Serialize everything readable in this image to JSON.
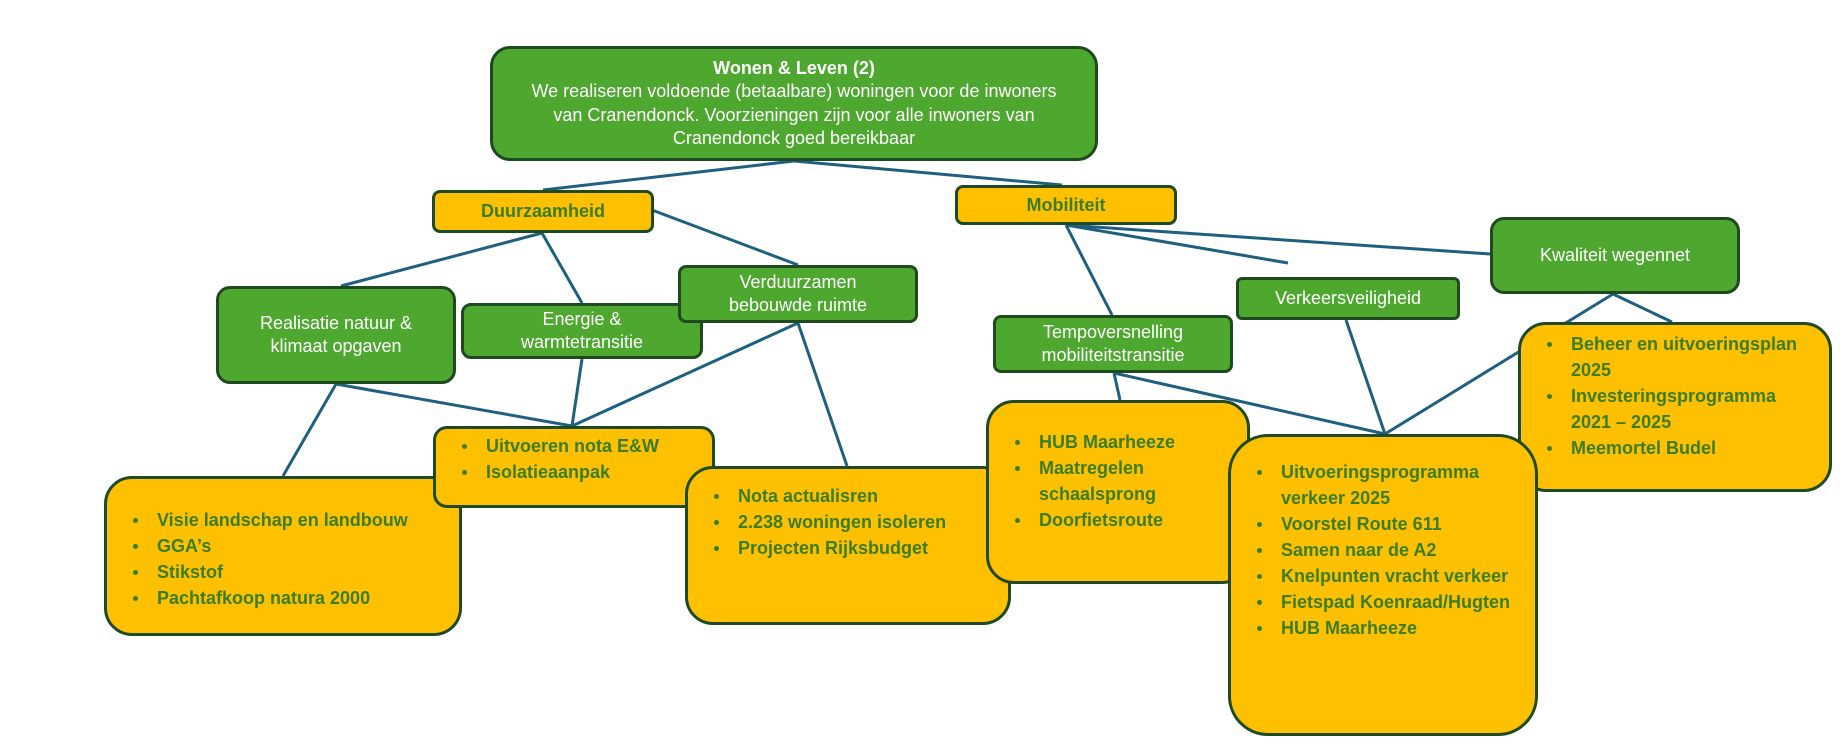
{
  "top": {
    "title": "Wonen & Leven (2)",
    "text": "We realiseren voldoende (betaalbare) woningen voor de inwoners van Cranendonck. Voorzieningen zijn voor alle inwoners van Cranendonck goed bereikbaar"
  },
  "themes": {
    "duurzaamheid": "Duurzaamheid",
    "mobiliteit": "Mobiliteit"
  },
  "subthemes": {
    "natuur": "Realisatie natuur & klimaat opgaven",
    "energie": "Energie & warmtetransitie",
    "verduurzamen": "Verduurzamen bebouwde ruimte",
    "tempo": "Tempoversnelling mobiliteitstransitie",
    "verkeersveiligheid": "Verkeersveiligheid",
    "wegennet": "Kwaliteit wegennet"
  },
  "actions": {
    "natuur": [
      "Visie landschap en landbouw",
      "GGA’s",
      "Stikstof",
      "Pachtafkoop natura 2000"
    ],
    "energie": [
      "Uitvoeren nota E&W",
      "Isolatieaanpak"
    ],
    "verduurzamen": [
      "Nota actualisren",
      "2.238 woningen isoleren",
      "Projecten Rijksbudget"
    ],
    "tempo": [
      "HUB Maarheeze",
      "Maatregelen schaalsprong",
      "Doorfietsroute"
    ],
    "verkeer": [
      "Uitvoeringsprogramma verkeer 2025",
      "Voorstel Route 611",
      "Samen naar de A2",
      "Knelpunten vracht verkeer",
      "Fietspad Koenraad/Hugten",
      "HUB Maarheeze"
    ],
    "wegennet": [
      "Beheer en uitvoeringsplan 2025",
      "Investeringsprogramma 2021 – 2025",
      "Meemortel Budel"
    ]
  },
  "colors": {
    "green": "#4ea72e",
    "yellow": "#ffc000",
    "border": "#1e4a1e",
    "connector": "#1f5f7f",
    "yellow_text": "#3a7d22"
  }
}
